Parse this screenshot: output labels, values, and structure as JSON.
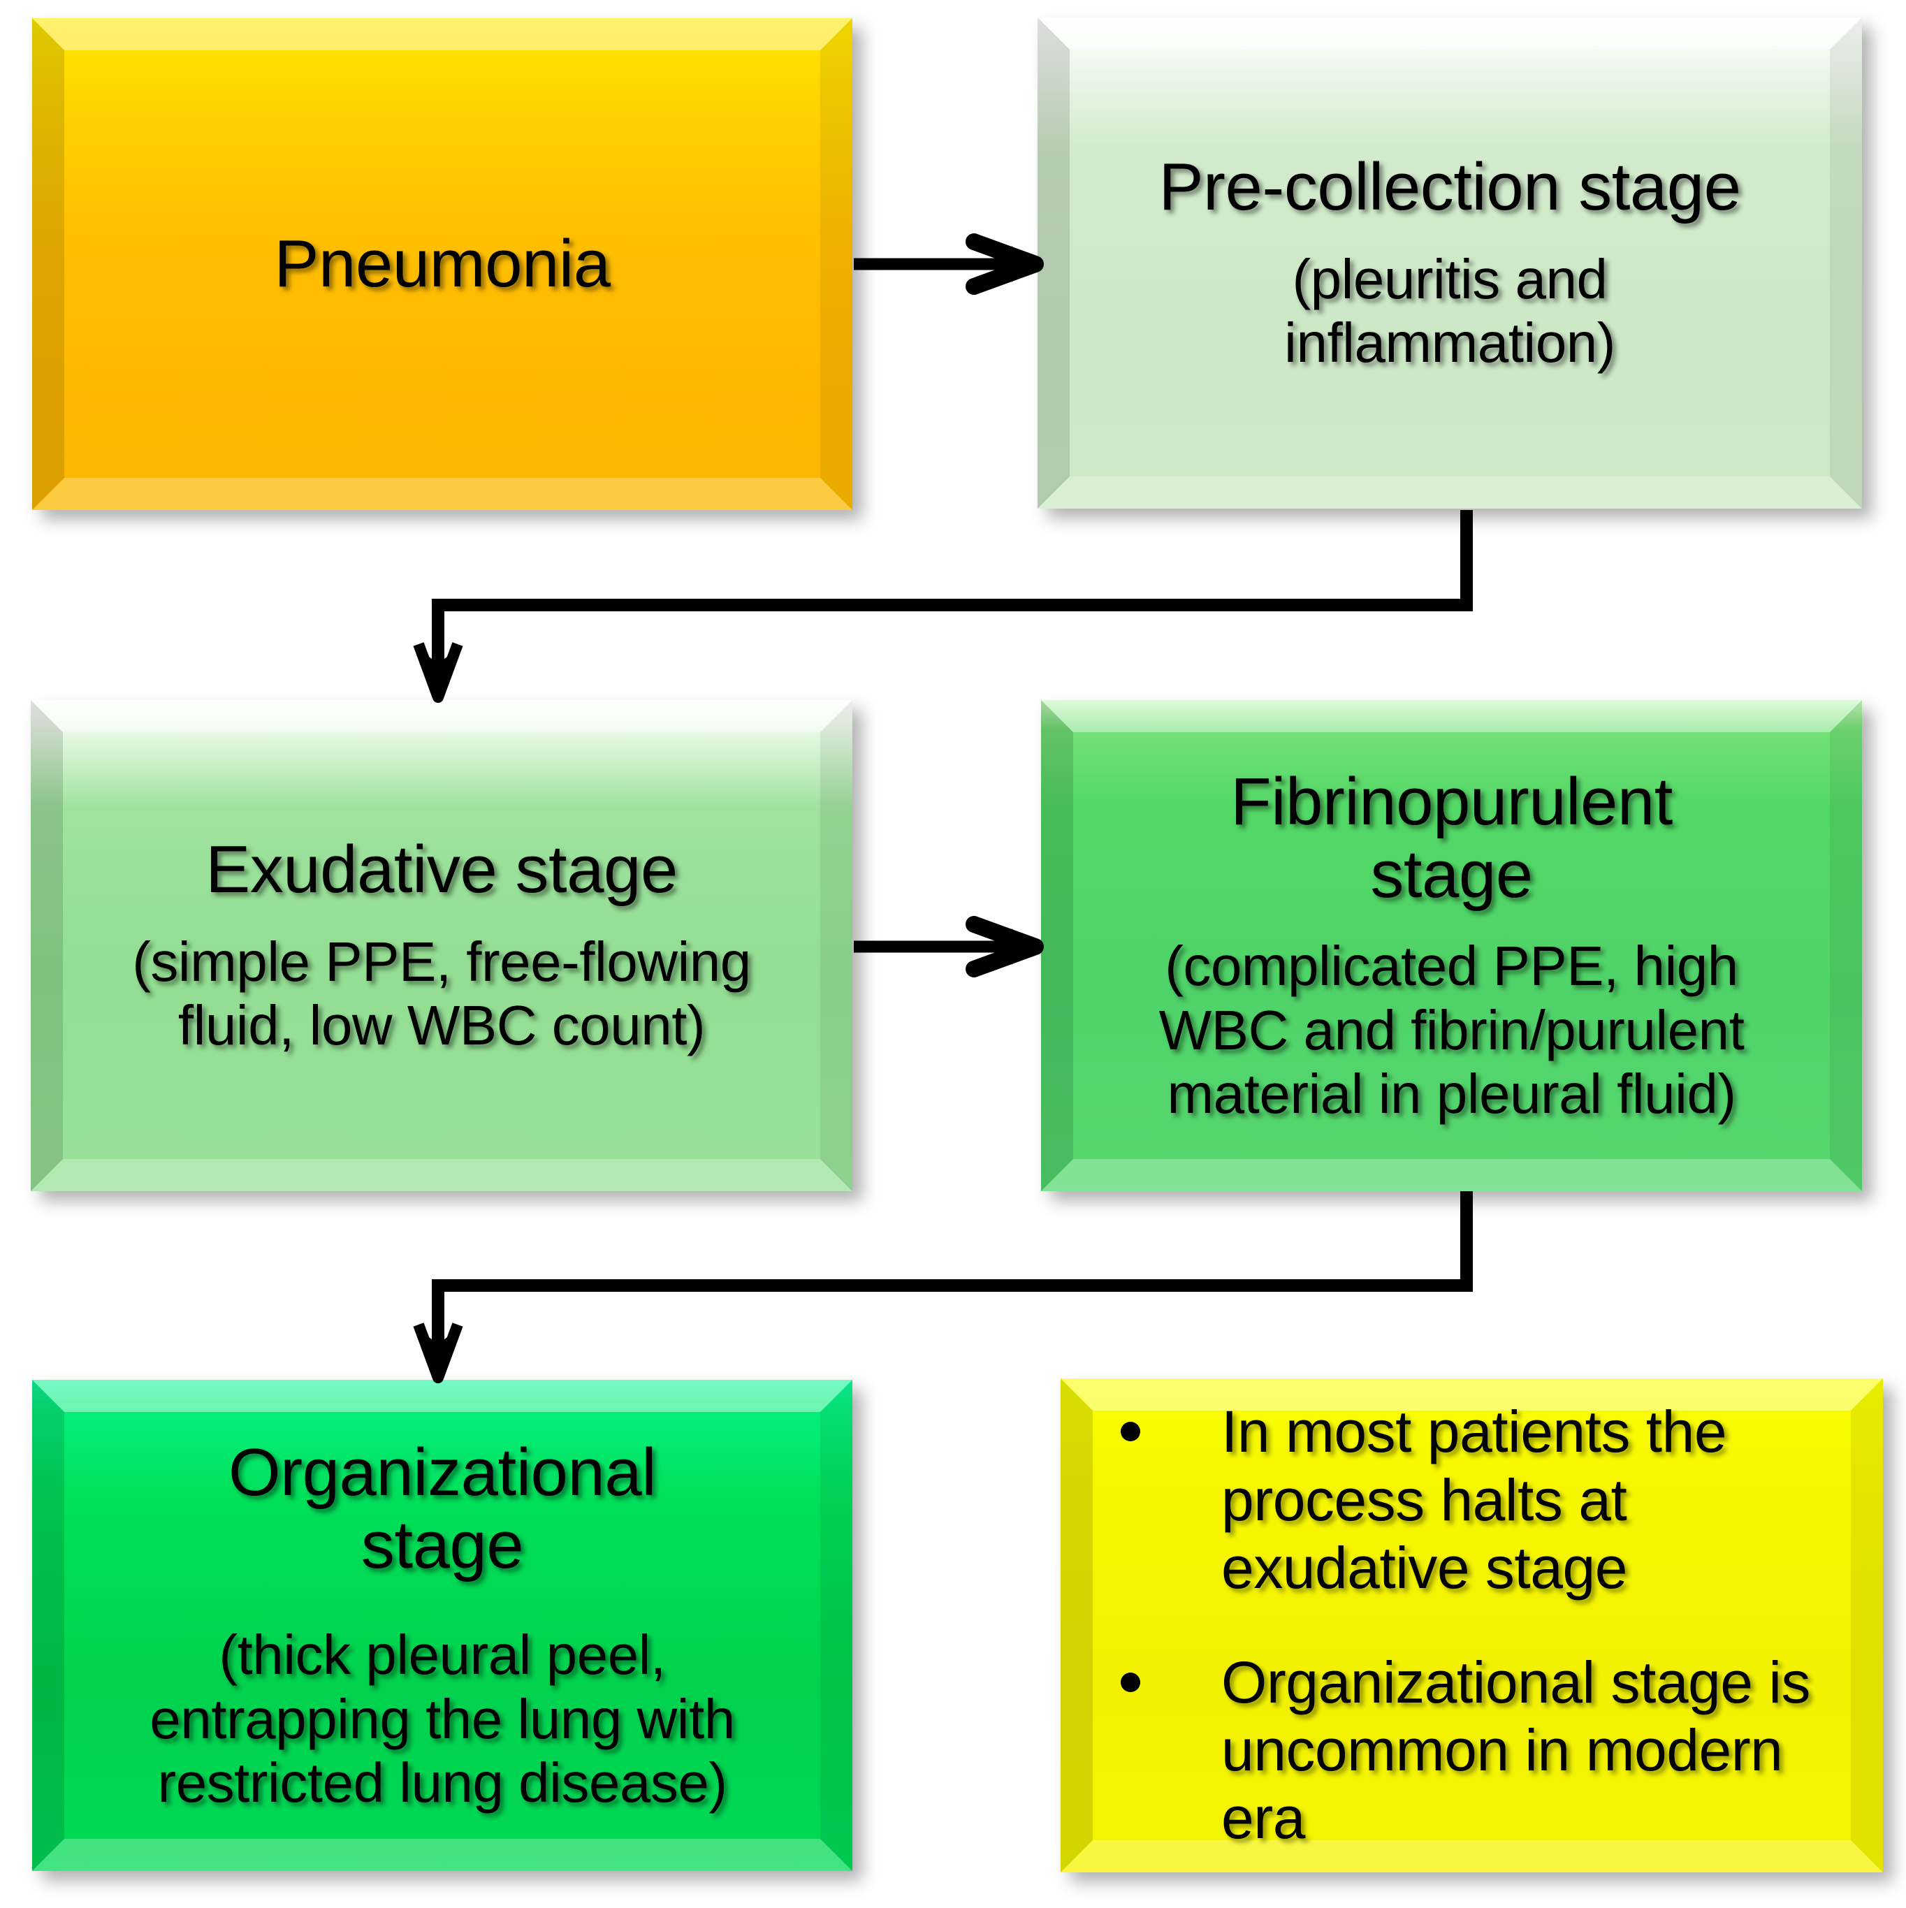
{
  "diagram": {
    "kind": "flowchart",
    "title_implied": "Stages of parapneumonic effusion",
    "background": "#FFFFFF",
    "nodes": [
      {
        "id": "pneumonia",
        "title": "Pneumonia",
        "subtitle": "",
        "color": "#FFBE00",
        "shape": "bevelled-rectangle"
      },
      {
        "id": "precollection",
        "title": "Pre-collection stage",
        "subtitle": "(pleuritis and inflammation)",
        "color": "#CCE8C6",
        "shape": "bevelled-rectangle"
      },
      {
        "id": "exudative",
        "title": "Exudative stage",
        "subtitle": "(simple PPE, free-flowing fluid, low WBC count)",
        "color": "#93DE93",
        "shape": "bevelled-rectangle"
      },
      {
        "id": "fibrinopurulent",
        "title": "Fibrinopurulent stage",
        "subtitle": "(complicated PPE, high WBC and fibrin/purulent material in pleural fluid)",
        "color": "#4FD369",
        "shape": "bevelled-rectangle"
      },
      {
        "id": "organizational",
        "title": "Organizational stage",
        "subtitle": "(thick pleural peel, entrapping the lung with restricted lung disease)",
        "color": "#00D24E",
        "shape": "bevelled-rectangle"
      }
    ],
    "notes": {
      "id": "notes",
      "color": "#F2F200",
      "bullets": [
        "In most patients the process halts at exudative stage",
        "Organizational stage is uncommon in modern era"
      ]
    },
    "edges": [
      {
        "id": "edge-1",
        "from": "pneumonia",
        "to": "precollection",
        "style": "straight-arrow",
        "direction": "right"
      },
      {
        "id": "edge-2",
        "from": "precollection",
        "to": "exudative",
        "style": "elbow-arrow",
        "direction": "down-left-down"
      },
      {
        "id": "edge-3",
        "from": "exudative",
        "to": "fibrinopurulent",
        "style": "straight-arrow",
        "direction": "right"
      },
      {
        "id": "edge-4",
        "from": "fibrinopurulent",
        "to": "organizational",
        "style": "elbow-arrow",
        "direction": "down-left-down"
      }
    ],
    "edge_color": "#000000"
  }
}
